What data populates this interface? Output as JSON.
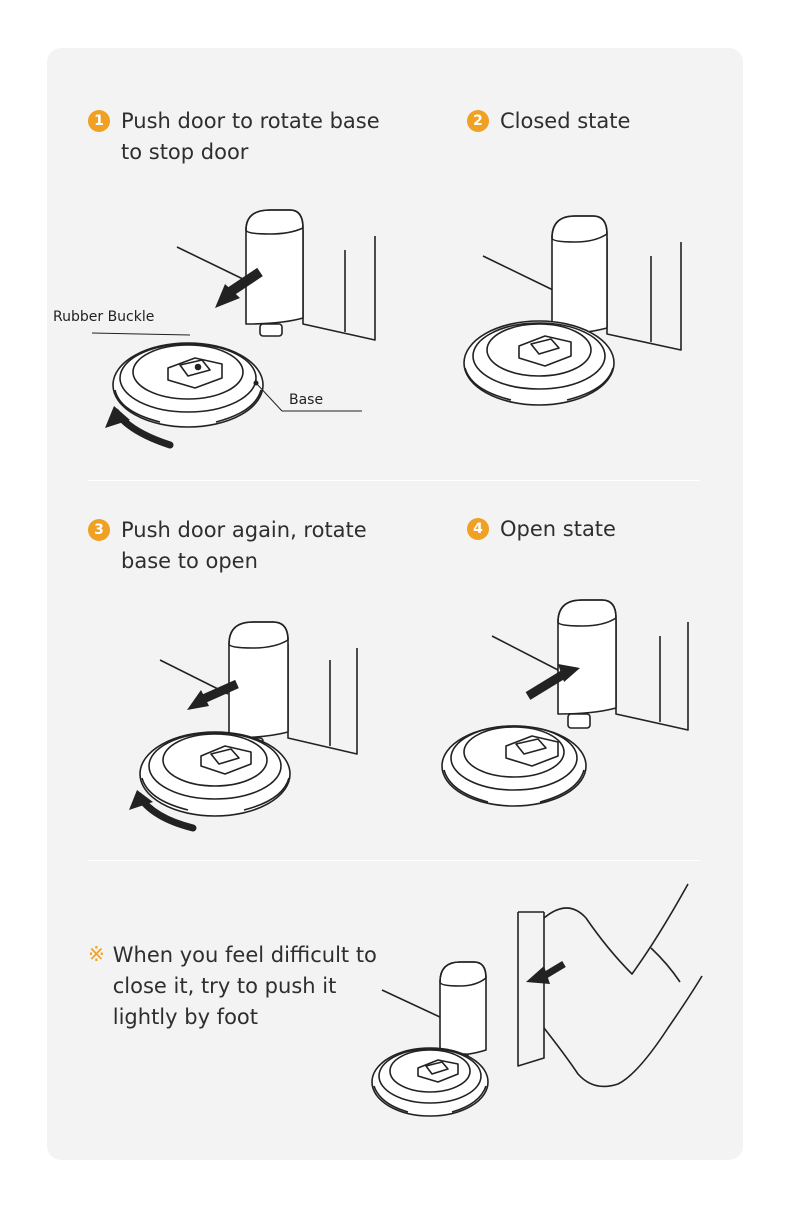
{
  "steps": [
    {
      "number": "1",
      "text": "Push door to rotate base to stop door"
    },
    {
      "number": "2",
      "text": "Closed state"
    },
    {
      "number": "3",
      "text": "Push door again, rotate base to open"
    },
    {
      "number": "4",
      "text": "Open state"
    }
  ],
  "note": {
    "mark": "※",
    "text": "When you feel difficult to close it, try to push it lightly by foot"
  },
  "labels": {
    "rubber_buckle": "Rubber Buckle",
    "base": "Base"
  },
  "colors": {
    "accent": "#f0a023",
    "card": "#f3f3f3",
    "line": "#222222"
  }
}
